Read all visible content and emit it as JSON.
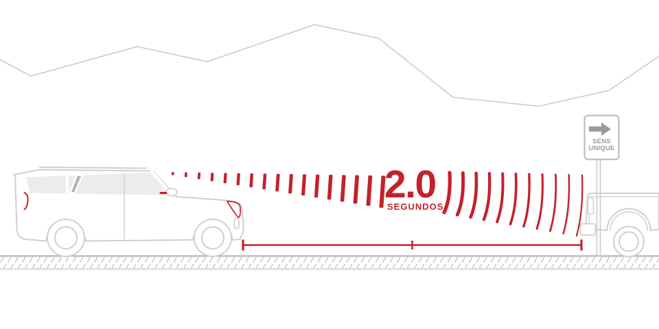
{
  "distance_label": {
    "value": "2.0",
    "unit": "SEGUNDOS"
  },
  "sign": {
    "line1": "SENS",
    "line2": "UNIQUE",
    "icon": "right-arrow-icon"
  },
  "colors": {
    "red": "#C4212B",
    "vehicle_outline": "#CFCFCF",
    "glass_fill": "#ECECEC",
    "pillar_fill": "#B5B5B5",
    "sign_gray": "#9B9B9B",
    "sign_border": "#BDBDBD",
    "skyline_gray": "#CBCBCB",
    "road_line": "#ADADAD",
    "road_hatch": "#C2C2C2"
  },
  "radar_fan": {
    "solid_bar_count": 17,
    "arc_bar_count": 11
  }
}
